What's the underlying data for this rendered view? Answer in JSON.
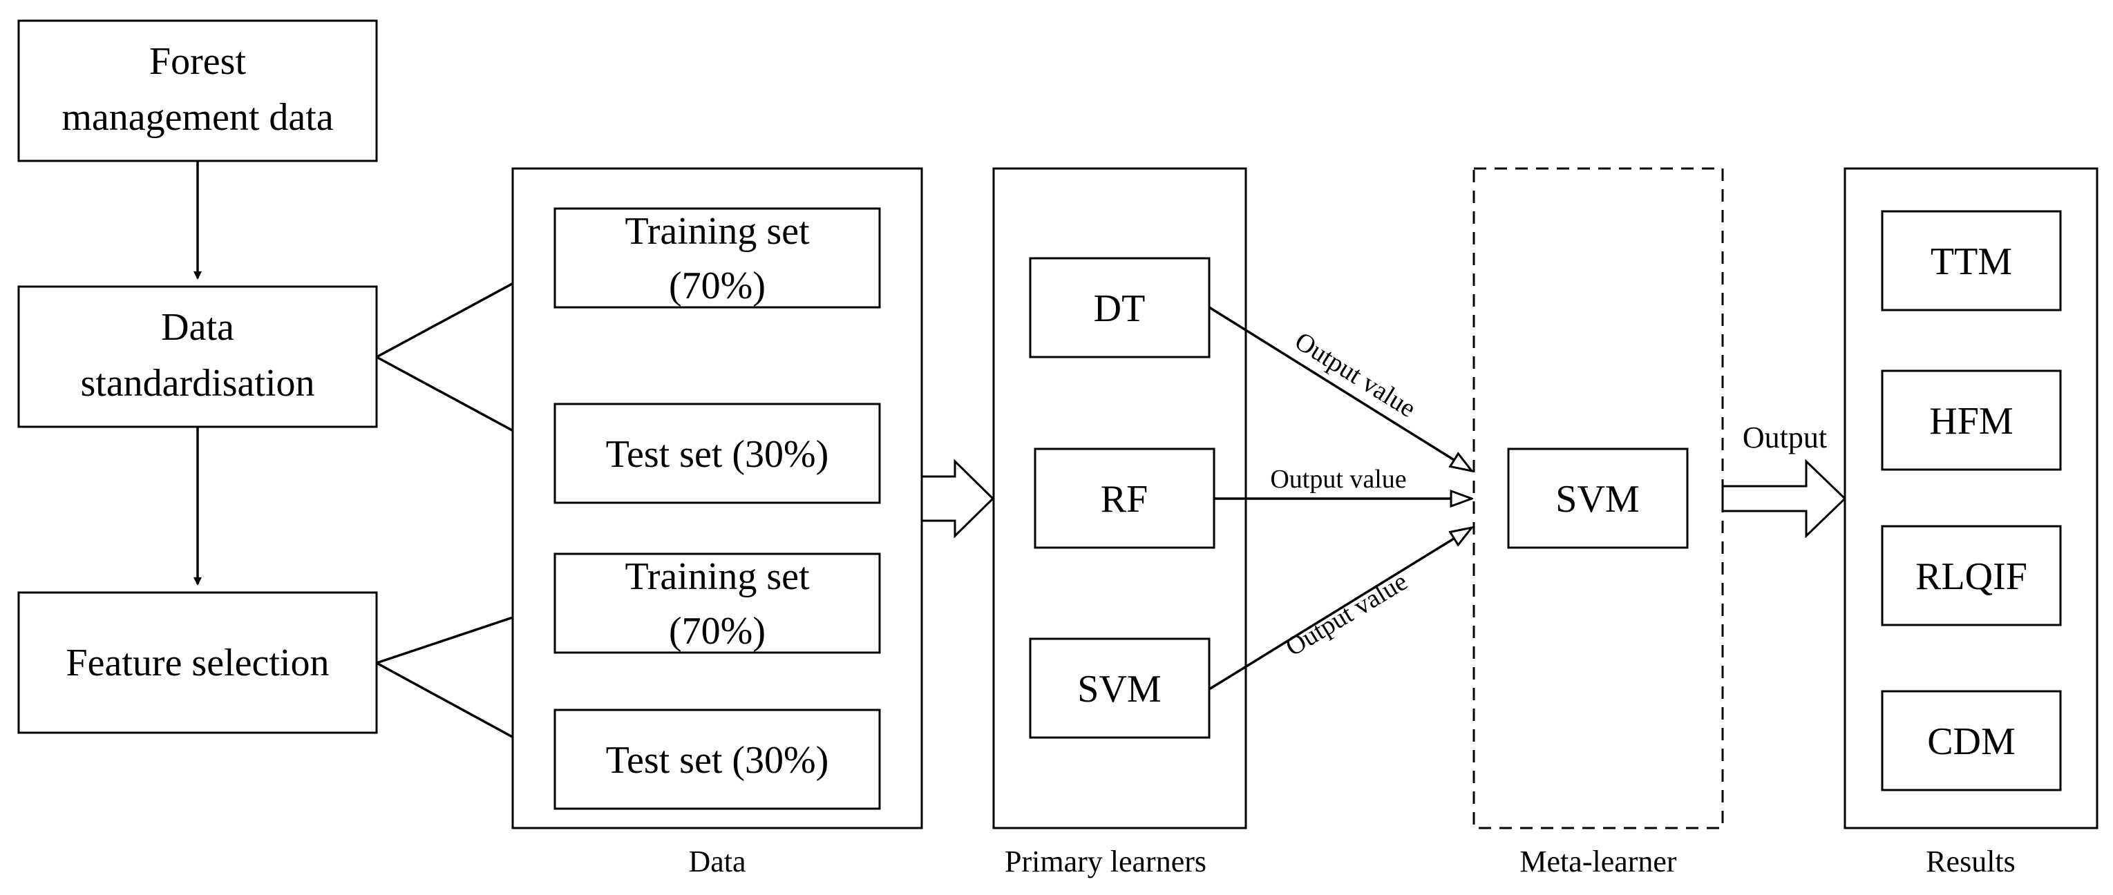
{
  "left_boxes": {
    "forest_data": [
      "Forest",
      "management data"
    ],
    "standardisation": [
      "Data",
      "standardisation"
    ],
    "feature_selection": "Feature selection"
  },
  "data_group": {
    "caption": "Data",
    "training_set_1": [
      "Training set",
      "(70%)"
    ],
    "test_set_1": "Test set (30%)",
    "training_set_2": [
      "Training set",
      "(70%)"
    ],
    "test_set_2": "Test set (30%)"
  },
  "primary_group": {
    "caption": "Primary learners",
    "learners": [
      "DT",
      "RF",
      "SVM"
    ]
  },
  "edge_labels": {
    "dt": "Output value",
    "rf": "Output value",
    "svm": "Output value",
    "results": "Output"
  },
  "meta_group": {
    "caption": "Meta-learner",
    "learner": "SVM"
  },
  "results_group": {
    "caption": "Results",
    "items": [
      "TTM",
      "HFM",
      "RLQIF",
      "CDM"
    ]
  }
}
